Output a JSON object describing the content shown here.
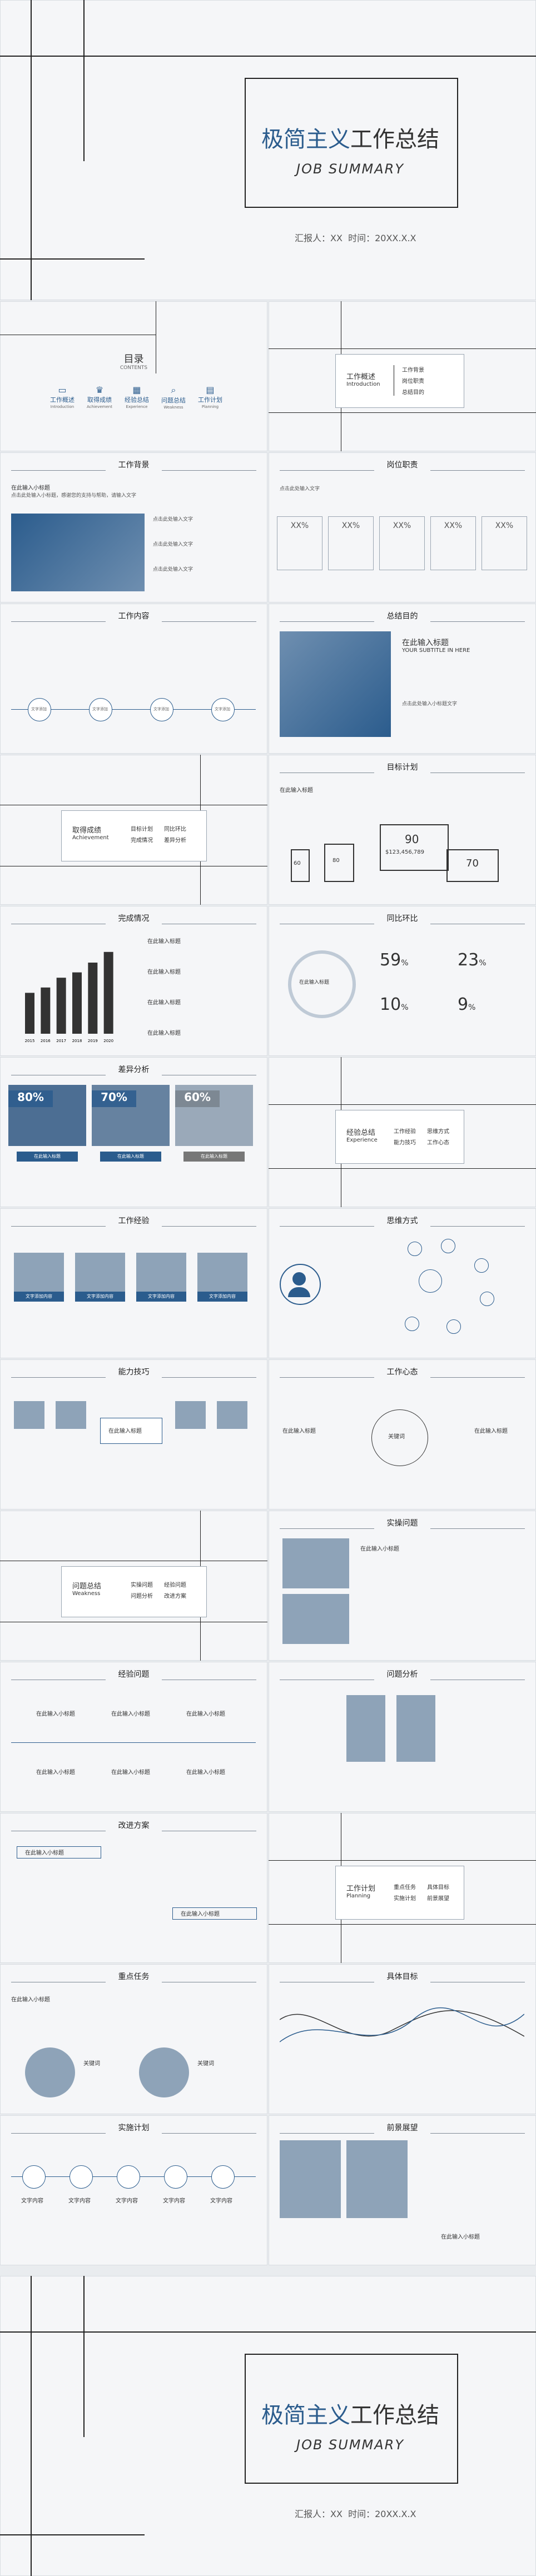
{
  "cover": {
    "title": "极简主义",
    "title2": "工作总结",
    "subtitle": "JOB SUMMARY",
    "reporter": "汇报人：XX",
    "time": "时间：20XX.X.X"
  },
  "catalog": {
    "title": "目录",
    "en": "CONTENTS",
    "items": [
      {
        "cn": "工作概述",
        "en": "Introduction"
      },
      {
        "cn": "取得成绩",
        "en": "Achievement"
      },
      {
        "cn": "经验总结",
        "en": "Experience"
      },
      {
        "cn": "问题总结",
        "en": "Weakness"
      },
      {
        "cn": "工作计划",
        "en": "Planning"
      }
    ]
  },
  "intro": {
    "cn": "工作概述",
    "en": "Introduction",
    "items": [
      "工作背景",
      "岗位职责",
      "总结目的"
    ]
  },
  "bg": {
    "title": "工作背景",
    "subtitle": "在此输入小标题",
    "text": "点击此处输入小标题，感谢您的支持与帮助，请输入文字",
    "side": [
      "点击此处输入文字",
      "点击此处输入文字",
      "点击此处输入文字"
    ]
  },
  "duty": {
    "title": "岗位职责",
    "pcts": [
      "XX%",
      "XX%",
      "XX%",
      "XX%",
      "XX%"
    ],
    "note": "点击此处输入文字"
  },
  "content": {
    "title": "工作内容",
    "items": [
      "文字添加",
      "文字添加",
      "文字添加",
      "文字添加"
    ]
  },
  "purpose": {
    "title": "总结目的",
    "subtitle": "在此输入标题",
    "en": "YOUR SUBTITLE IN HERE",
    "text": "点击此处输入小标题文字"
  },
  "achieve": {
    "cn": "取得成绩",
    "en": "Achievement",
    "items": [
      "目标计划",
      "同比环比",
      "完成情况",
      "差异分析"
    ]
  },
  "target": {
    "title": "目标计划",
    "subtitle": "在此输入标题",
    "value": "$123,456,789",
    "n1": "90",
    "n2": "80",
    "n3": "70",
    "n4": "60"
  },
  "done": {
    "title": "完成情况",
    "chart_data": {
      "type": "bar",
      "categories": [
        "2015",
        "2016",
        "2017",
        "2018",
        "2019",
        "2020"
      ],
      "values": [
        46,
        52,
        63,
        69,
        80,
        92
      ],
      "ylim": [
        0,
        100
      ]
    },
    "items": [
      "在此输入标题",
      "在此输入标题",
      "在此输入标题",
      "在此输入标题"
    ]
  },
  "yoy": {
    "title": "同比环比",
    "center": "在此输入标题",
    "nums": [
      "59",
      "23",
      "10",
      "9"
    ],
    "units": [
      "%",
      "%",
      "%",
      "%"
    ]
  },
  "diff": {
    "title": "差异分析",
    "pcts": [
      "80%",
      "70%",
      "60%"
    ],
    "labels": [
      "在此输入标题",
      "在此输入标题",
      "在此输入标题"
    ]
  },
  "exp": {
    "cn": "经验总结",
    "en": "Experience",
    "items": [
      "工作经验",
      "思维方式",
      "能力技巧",
      "工作心态"
    ]
  },
  "work": {
    "title": "工作经验",
    "btn": "文字添加内容"
  },
  "think": {
    "title": "思维方式"
  },
  "skill": {
    "title": "能力技巧",
    "center": "在此输入标题"
  },
  "mind": {
    "title": "工作心态",
    "left": "在此输入标题",
    "right": "在此输入标题",
    "center": "关键词"
  },
  "weak": {
    "cn": "问题总结",
    "en": "Weakness",
    "items": [
      "实操问题",
      "经验问题",
      "问题分析",
      "改进方案"
    ]
  },
  "prac": {
    "title": "实操问题",
    "subtitle": "在此输入小标题"
  },
  "expq": {
    "title": "经验问题",
    "labels": [
      "在此输入小标题",
      "在此输入小标题",
      "在此输入小标题",
      "在此输入小标题",
      "在此输入小标题",
      "在此输入小标题"
    ]
  },
  "anal": {
    "title": "问题分析"
  },
  "improve": {
    "title": "改进方案",
    "labels": [
      "在此输入小标题",
      "在此输入小标题"
    ]
  },
  "plan": {
    "cn": "工作计划",
    "en": "Planning",
    "items": [
      "重点任务",
      "具体目标",
      "实施计划",
      "前景展望"
    ]
  },
  "task": {
    "title": "重点任务",
    "subtitle": "在此输入小标题",
    "labels": [
      "关键词",
      "关键词"
    ]
  },
  "goal": {
    "title": "具体目标"
  },
  "impl": {
    "title": "实施计划",
    "labels": [
      "文字内容",
      "文字内容",
      "文字内容",
      "文字内容",
      "文字内容"
    ]
  },
  "future": {
    "title": "前景展望",
    "subtitle": "在此输入小标题"
  },
  "end": {
    "title": "极简主义",
    "title2": "工作总结",
    "subtitle": "JOB SUMMARY",
    "reporter": "汇报人：XX",
    "time": "时间：20XX.X.X"
  }
}
